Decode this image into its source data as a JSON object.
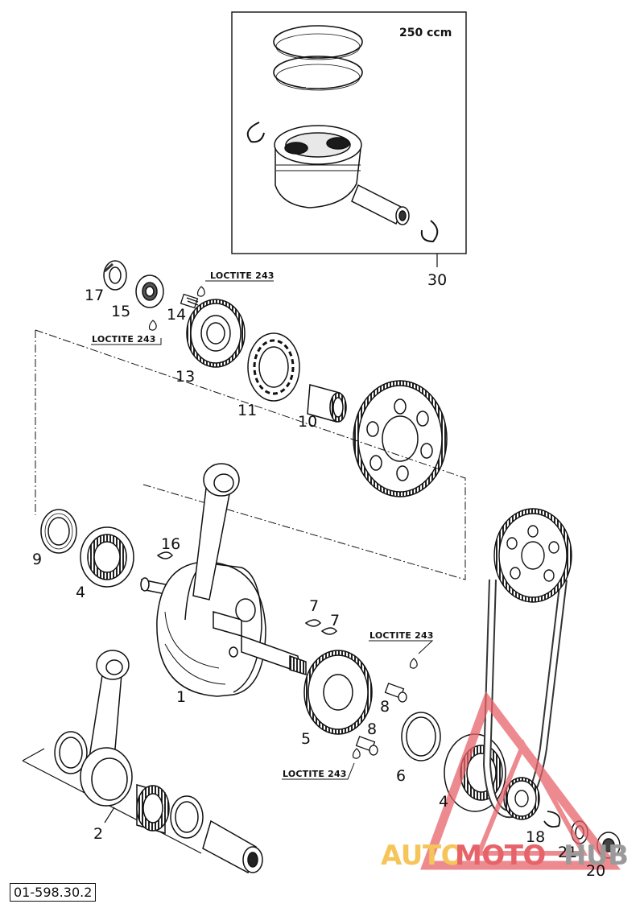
{
  "diagram": {
    "piston_kit_label": "250 ccm",
    "document_number": "01-598.30.2",
    "loctite_labels": [
      "LOCTITE 243",
      "LOCTITE 243",
      "LOCTITE 243",
      "LOCTITE 243"
    ],
    "part_labels": {
      "p30": "30",
      "p17": "17",
      "p15": "15",
      "p14": "14",
      "p13": "13",
      "p11": "11",
      "p10": "10",
      "p16": "16",
      "p9": "9",
      "p4a": "4",
      "p7a": "7",
      "p7b": "7",
      "p1": "1",
      "p8a": "8",
      "p8b": "8",
      "p5": "5",
      "p6": "6",
      "p4b": "4",
      "p2": "2",
      "p18": "18",
      "p21": "21",
      "p20": "20"
    }
  },
  "watermark": {
    "part1": "AUTO",
    "part2": "MOTO",
    "part3": "HUB",
    "colors": {
      "orange": "#f6c55a",
      "red": "#e7636a",
      "gray": "#9a9a9a"
    }
  }
}
